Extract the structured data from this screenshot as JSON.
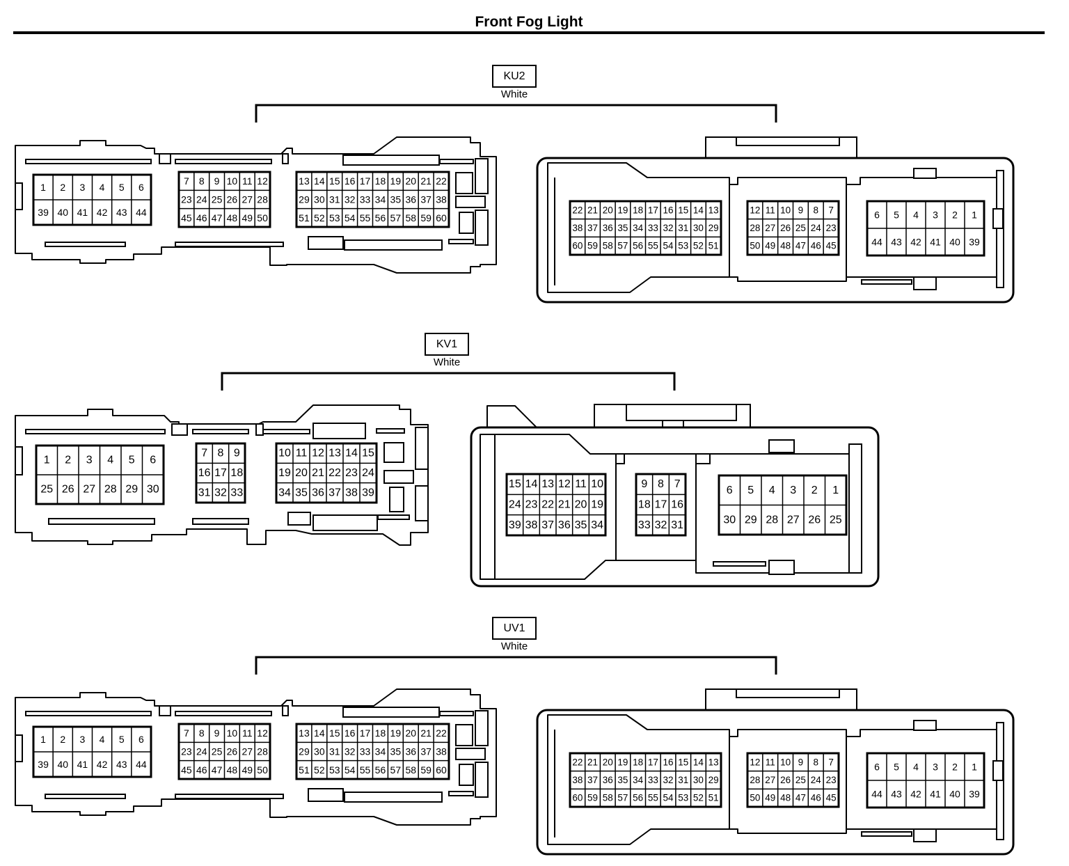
{
  "title": "Front Fog Light",
  "connectors": [
    {
      "id": "KU2",
      "color": "White"
    },
    {
      "id": "KV1",
      "color": "White"
    },
    {
      "id": "UV1",
      "color": "White"
    }
  ],
  "layouts": {
    "A": {
      "male": [
        [
          [
            "1",
            "2",
            "3",
            "4",
            "5",
            "6"
          ],
          [
            "39",
            "40",
            "41",
            "42",
            "43",
            "44"
          ]
        ],
        [
          [
            "7",
            "8",
            "9",
            "10",
            "11",
            "12"
          ],
          [
            "23",
            "24",
            "25",
            "26",
            "27",
            "28"
          ],
          [
            "45",
            "46",
            "47",
            "48",
            "49",
            "50"
          ]
        ],
        [
          [
            "13",
            "14",
            "15",
            "16",
            "17",
            "18",
            "19",
            "20",
            "21",
            "22"
          ],
          [
            "29",
            "30",
            "31",
            "32",
            "33",
            "34",
            "35",
            "36",
            "37",
            "38"
          ],
          [
            "51",
            "52",
            "53",
            "54",
            "55",
            "56",
            "57",
            "58",
            "59",
            "60"
          ]
        ]
      ],
      "female": [
        [
          [
            "22",
            "21",
            "20",
            "19",
            "18",
            "17",
            "16",
            "15",
            "14",
            "13"
          ],
          [
            "38",
            "37",
            "36",
            "35",
            "34",
            "33",
            "32",
            "31",
            "30",
            "29"
          ],
          [
            "60",
            "59",
            "58",
            "57",
            "56",
            "55",
            "54",
            "53",
            "52",
            "51"
          ]
        ],
        [
          [
            "12",
            "11",
            "10",
            "9",
            "8",
            "7"
          ],
          [
            "28",
            "27",
            "26",
            "25",
            "24",
            "23"
          ],
          [
            "50",
            "49",
            "48",
            "47",
            "46",
            "45"
          ]
        ],
        [
          [
            "6",
            "5",
            "4",
            "3",
            "2",
            "1"
          ],
          [
            "44",
            "43",
            "42",
            "41",
            "40",
            "39"
          ]
        ]
      ]
    },
    "B": {
      "male": [
        [
          [
            "1",
            "2",
            "3",
            "4",
            "5",
            "6"
          ],
          [
            "25",
            "26",
            "27",
            "28",
            "29",
            "30"
          ]
        ],
        [
          [
            "7",
            "8",
            "9"
          ],
          [
            "16",
            "17",
            "18"
          ],
          [
            "31",
            "32",
            "33"
          ]
        ],
        [
          [
            "10",
            "11",
            "12",
            "13",
            "14",
            "15"
          ],
          [
            "19",
            "20",
            "21",
            "22",
            "23",
            "24"
          ],
          [
            "34",
            "35",
            "36",
            "37",
            "38",
            "39"
          ]
        ]
      ],
      "female": [
        [
          [
            "15",
            "14",
            "13",
            "12",
            "11",
            "10"
          ],
          [
            "24",
            "23",
            "22",
            "21",
            "20",
            "19"
          ],
          [
            "39",
            "38",
            "37",
            "36",
            "35",
            "34"
          ]
        ],
        [
          [
            "9",
            "8",
            "7"
          ],
          [
            "18",
            "17",
            "16"
          ],
          [
            "33",
            "32",
            "31"
          ]
        ],
        [
          [
            "6",
            "5",
            "4",
            "3",
            "2",
            "1"
          ],
          [
            "30",
            "29",
            "28",
            "27",
            "26",
            "25"
          ]
        ]
      ]
    }
  }
}
